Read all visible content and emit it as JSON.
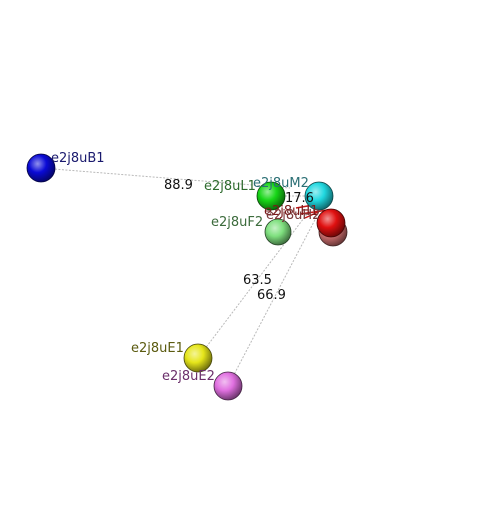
{
  "atoms": [
    {
      "id": "b1",
      "label": "e2j8uB1",
      "color": "#0a0ad6",
      "label_color": "#1a1a6e"
    },
    {
      "id": "l1",
      "label": "e2j8uL1",
      "color": "#17d617",
      "label_color": "#2e6b2e"
    },
    {
      "id": "m2",
      "label": "e2j8uM2",
      "color": "#20d8e0",
      "label_color": "#2b6f74"
    },
    {
      "id": "f2",
      "label": "e2j8uF2",
      "color": "#7fe07f",
      "label_color": "#3c6b3c"
    },
    {
      "id": "h1",
      "label": "e2j8uH1",
      "color": "#e01010",
      "label_color": "#7a1a1a"
    },
    {
      "id": "h2",
      "label": "e2j8uH2",
      "color": "#d07070",
      "label_color": "#7a3a3a"
    },
    {
      "id": "e1",
      "label": "e2j8uE1",
      "color": "#e6e61a",
      "label_color": "#5b5b10"
    },
    {
      "id": "e2",
      "label": "e2j8uE2",
      "color": "#e070e0",
      "label_color": "#6b2f6b"
    }
  ],
  "distances": [
    {
      "from": "b1",
      "to": "m2",
      "value": "88.9"
    },
    {
      "from": "l1",
      "to": "m2",
      "value": "17.6"
    },
    {
      "from": "e1",
      "to": "m2",
      "value": "63.5"
    },
    {
      "from": "e2",
      "to": "m2",
      "value": "66.9"
    }
  ]
}
